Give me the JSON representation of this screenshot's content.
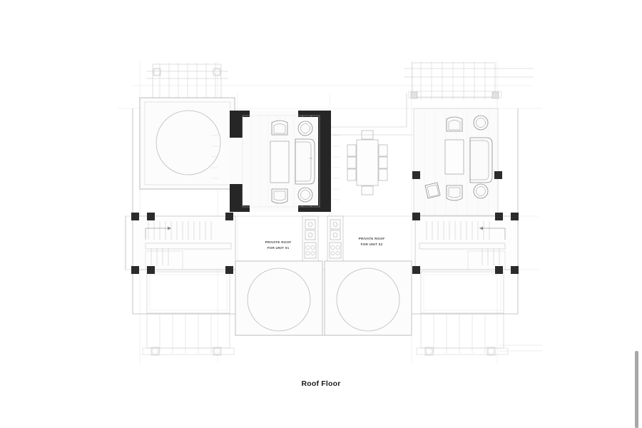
{
  "document": {
    "title": "Roof Floor",
    "drawing_type": "architectural-floor-plan",
    "background_color": "#ffffff"
  },
  "viewer": {
    "scrollbar": {
      "name": "vertical-scrollbar",
      "thumb_color": "#a8a8a8",
      "track_color": "#ffffff"
    }
  },
  "colors": {
    "line_light": "#c9c9c9",
    "line_mid": "#9a9a9a",
    "line_dark": "#6d6d6d",
    "wall_highlight": "#262626",
    "column_fill": "#2b2b2b",
    "furniture_stroke": "#8d8d8d",
    "text": "#4a4a4a",
    "title_text": "#1b1b1b",
    "fill_light": "#fafafa"
  },
  "labels": {
    "private_roof_unit_01_line1": "PRIVATE ROOF",
    "private_roof_unit_01_line2": "FOR UNIT 01",
    "private_roof_unit_02_line1": "PRIVATE ROOF",
    "private_roof_unit_02_line2": "FOR UNIT 02"
  },
  "plan": {
    "units": [
      {
        "id": "unit-01",
        "side": "left",
        "rooms": [
          {
            "name": "roof-terrace-tank-room-nw",
            "type": "tank-room",
            "has_circle": true
          },
          {
            "name": "living-room-unit-01",
            "type": "living-room",
            "highlighted": true
          },
          {
            "name": "stair-core-unit-01",
            "type": "staircase",
            "direction_arrow": "right"
          },
          {
            "name": "private-roof-unit-01",
            "type": "open-roof"
          },
          {
            "name": "tank-room-sw",
            "type": "tank-room",
            "has_circle": true
          },
          {
            "name": "pergola-nw",
            "type": "pergola"
          },
          {
            "name": "pergola-sw",
            "type": "pergola"
          },
          {
            "name": "service-shaft-unit-01",
            "type": "service-shaft"
          }
        ]
      },
      {
        "id": "unit-02",
        "side": "right",
        "rooms": [
          {
            "name": "living-room-unit-02",
            "type": "living-room",
            "highlighted": false
          },
          {
            "name": "stair-core-unit-02",
            "type": "staircase",
            "direction_arrow": "left"
          },
          {
            "name": "private-roof-unit-02",
            "type": "open-roof"
          },
          {
            "name": "tank-room-se",
            "type": "tank-room",
            "has_circle": true
          },
          {
            "name": "pergola-ne",
            "type": "pergola"
          },
          {
            "name": "pergola-se",
            "type": "pergola"
          },
          {
            "name": "service-shaft-unit-02",
            "type": "service-shaft"
          }
        ]
      }
    ],
    "shared": [
      {
        "name": "dining-area",
        "type": "dining-table",
        "chairs": 8
      }
    ],
    "furniture": {
      "living_room_unit_01": [
        "coffee-table",
        "sofa",
        "armchair-top",
        "armchair-bottom",
        "side-table-top",
        "side-table-bottom"
      ],
      "living_room_unit_02": [
        "coffee-table",
        "sofa",
        "armchair-top",
        "armchair-bottom-left",
        "armchair-bottom-right",
        "side-table-top",
        "side-table-bottom"
      ]
    },
    "structural": {
      "column_count": 16,
      "column_shape": "square"
    }
  }
}
